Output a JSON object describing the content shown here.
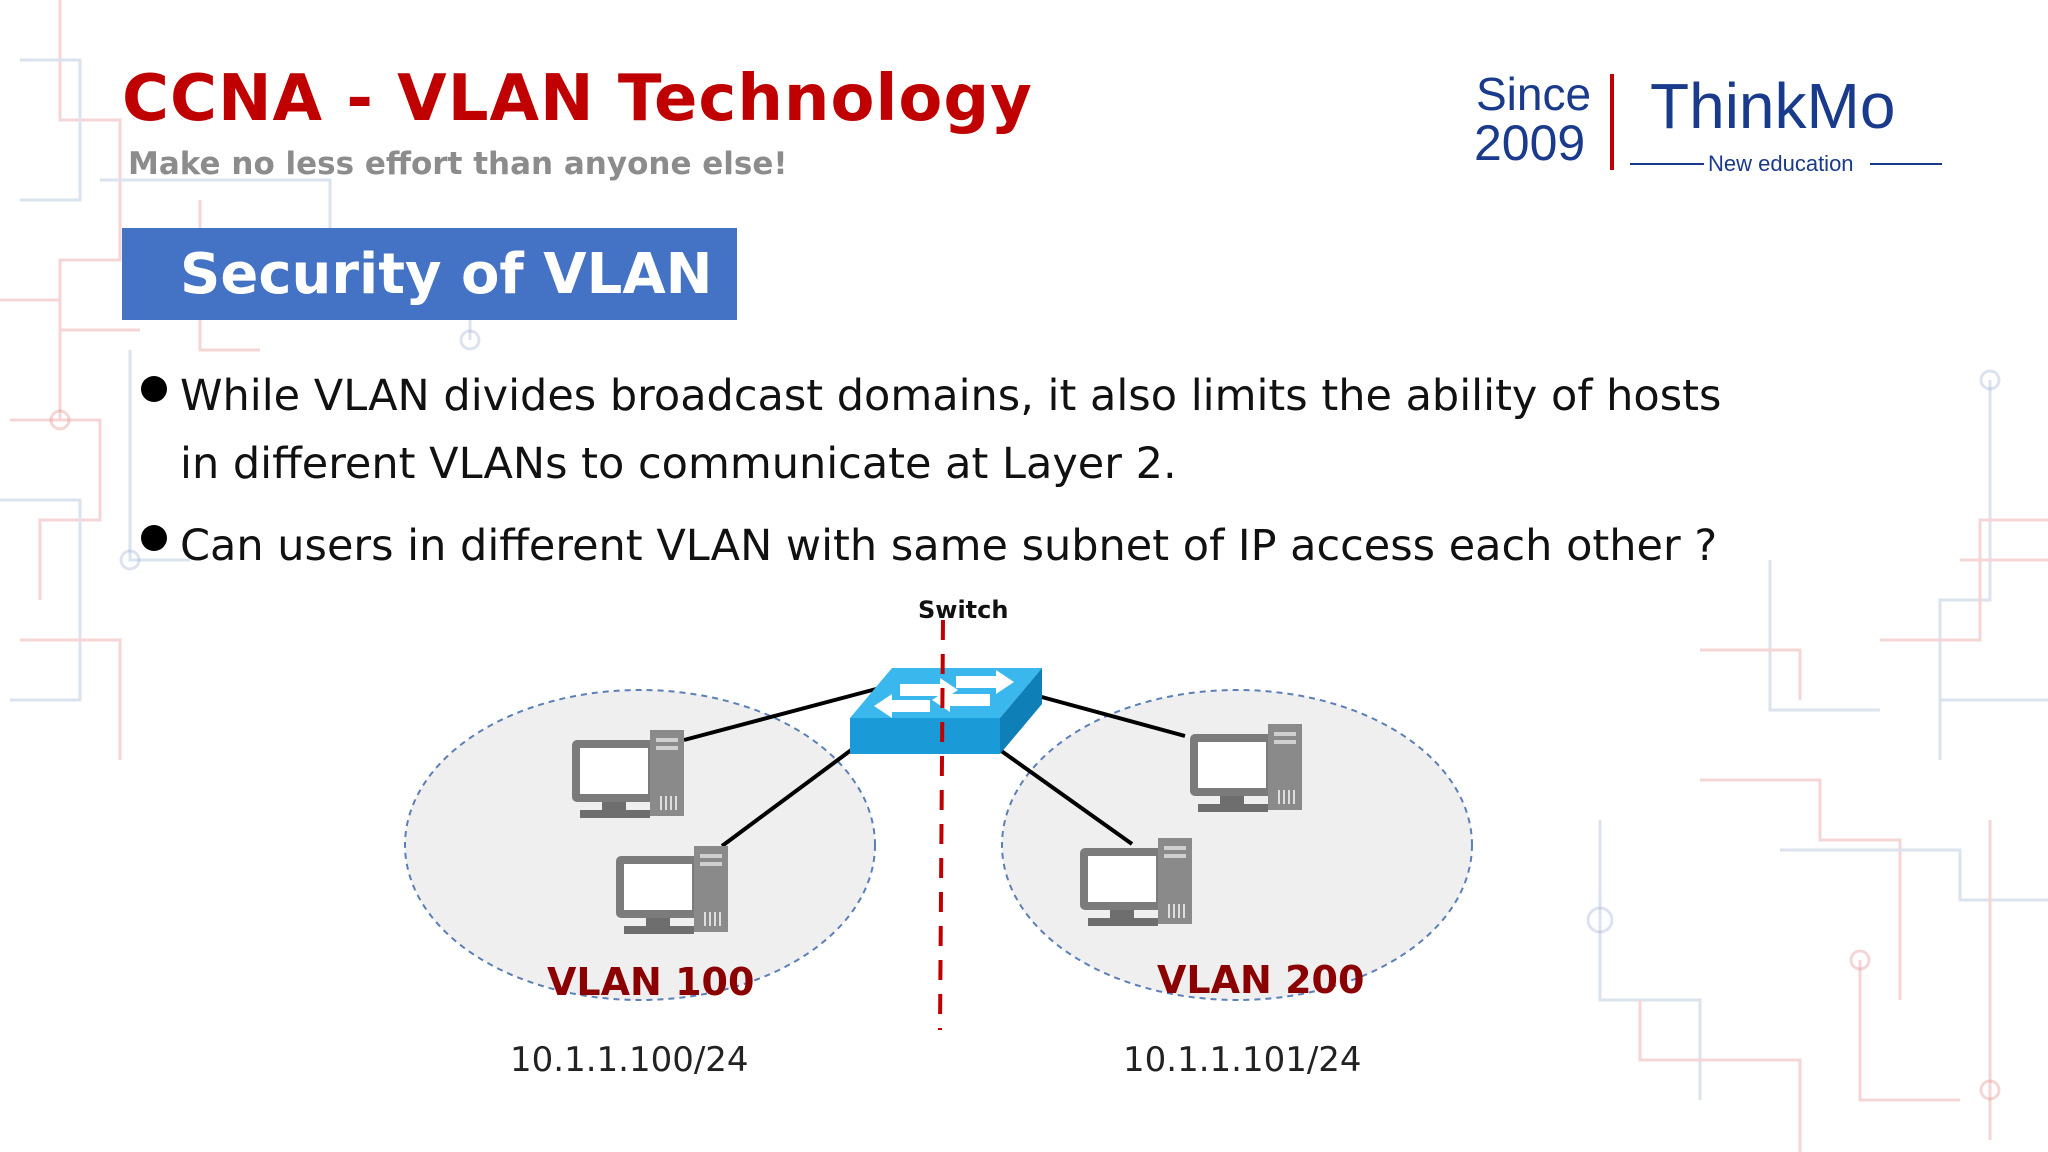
{
  "header": {
    "title": "CCNA - VLAN Technology",
    "subtitle": "Make no less effort than anyone else!"
  },
  "logo": {
    "since_label": "Since",
    "year": "2009",
    "brand": "ThinkMo",
    "tagline": "New education",
    "colors": {
      "brand": "#1a3a8c",
      "divider": "#c00000"
    }
  },
  "section": {
    "title": "Security of VLAN",
    "color": "#4472c4"
  },
  "bullets": [
    {
      "lines": [
        "While VLAN divides broadcast domains, it also limits the ability of hosts",
        "in different VLANs to communicate at Layer 2."
      ]
    },
    {
      "lines": [
        "Can users in different VLAN with same subnet of IP access each other ?"
      ]
    }
  ],
  "diagram": {
    "switch_label": "Switch",
    "switch_icon": "network-switch-icon",
    "host_icon": "desktop-computer-icon",
    "left_vlan": {
      "name": "VLAN 100",
      "ip": "10.1.1.100/24",
      "host_count": 2
    },
    "right_vlan": {
      "name": "VLAN 200",
      "ip": "10.1.1.101/24",
      "host_count": 2
    },
    "colors": {
      "vlan_label": "#8b0000",
      "divider": "#c00000",
      "switch": "#1ea0dc",
      "cloud_fill": "#efefef",
      "cloud_border": "#5b7fb8"
    }
  }
}
